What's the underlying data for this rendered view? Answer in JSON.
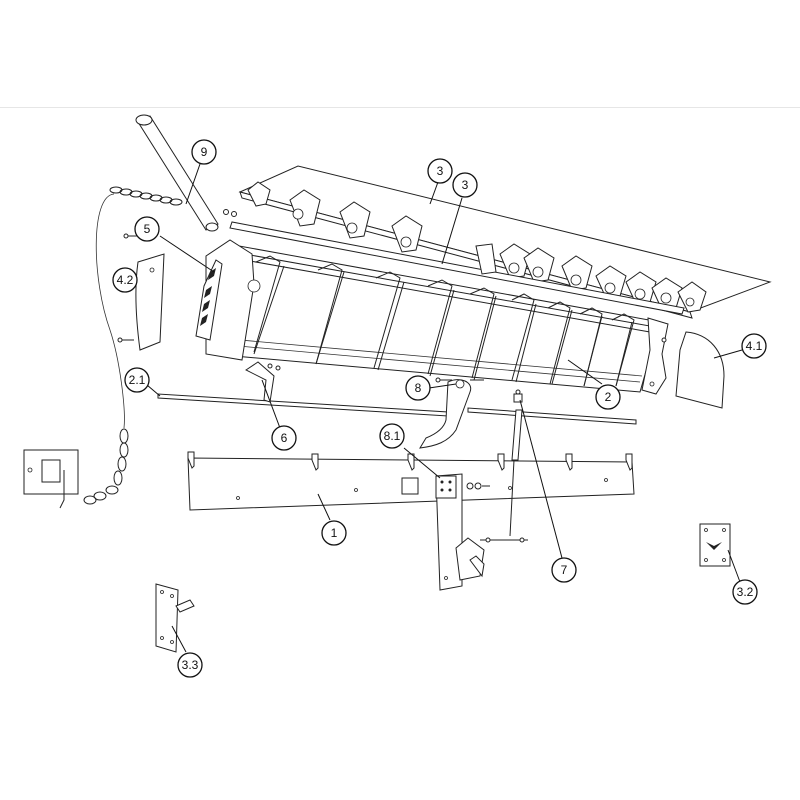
{
  "callouts": [
    {
      "label": "9"
    },
    {
      "label": "3"
    },
    {
      "label": "3"
    },
    {
      "label": "5"
    },
    {
      "label": "4.2"
    },
    {
      "label": "4.1"
    },
    {
      "label": "2.1"
    },
    {
      "label": "8"
    },
    {
      "label": "2"
    },
    {
      "label": "6"
    },
    {
      "label": "8.1"
    },
    {
      "label": "1"
    },
    {
      "label": "7"
    },
    {
      "label": "3.2"
    },
    {
      "label": "3.3"
    }
  ]
}
